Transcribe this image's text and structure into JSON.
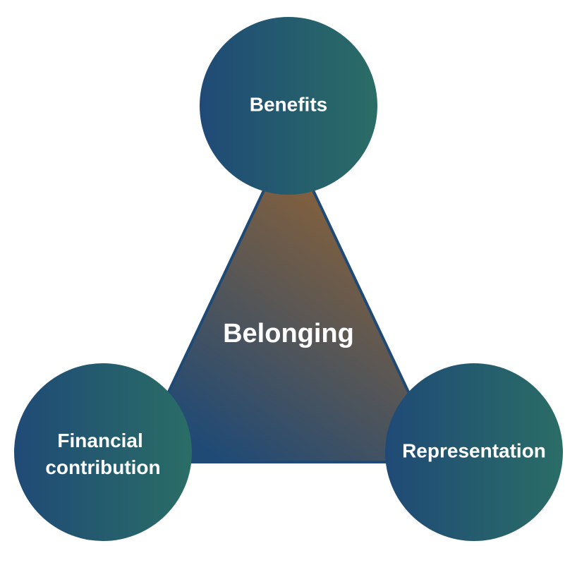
{
  "center": {
    "label": "Belonging"
  },
  "nodes": {
    "top": {
      "label": "Benefits"
    },
    "left": {
      "line1": "Financial",
      "line2": "contribution"
    },
    "right": {
      "label": "Representation"
    }
  },
  "colors": {
    "circle_start": "#1f4a76",
    "circle_end": "#2a6d66",
    "triangle_top": "#9a6530",
    "triangle_bottom": "#1f4a76",
    "triangle_stroke": "#1f4a76",
    "text": "#ffffff",
    "background": "#ffffff"
  }
}
